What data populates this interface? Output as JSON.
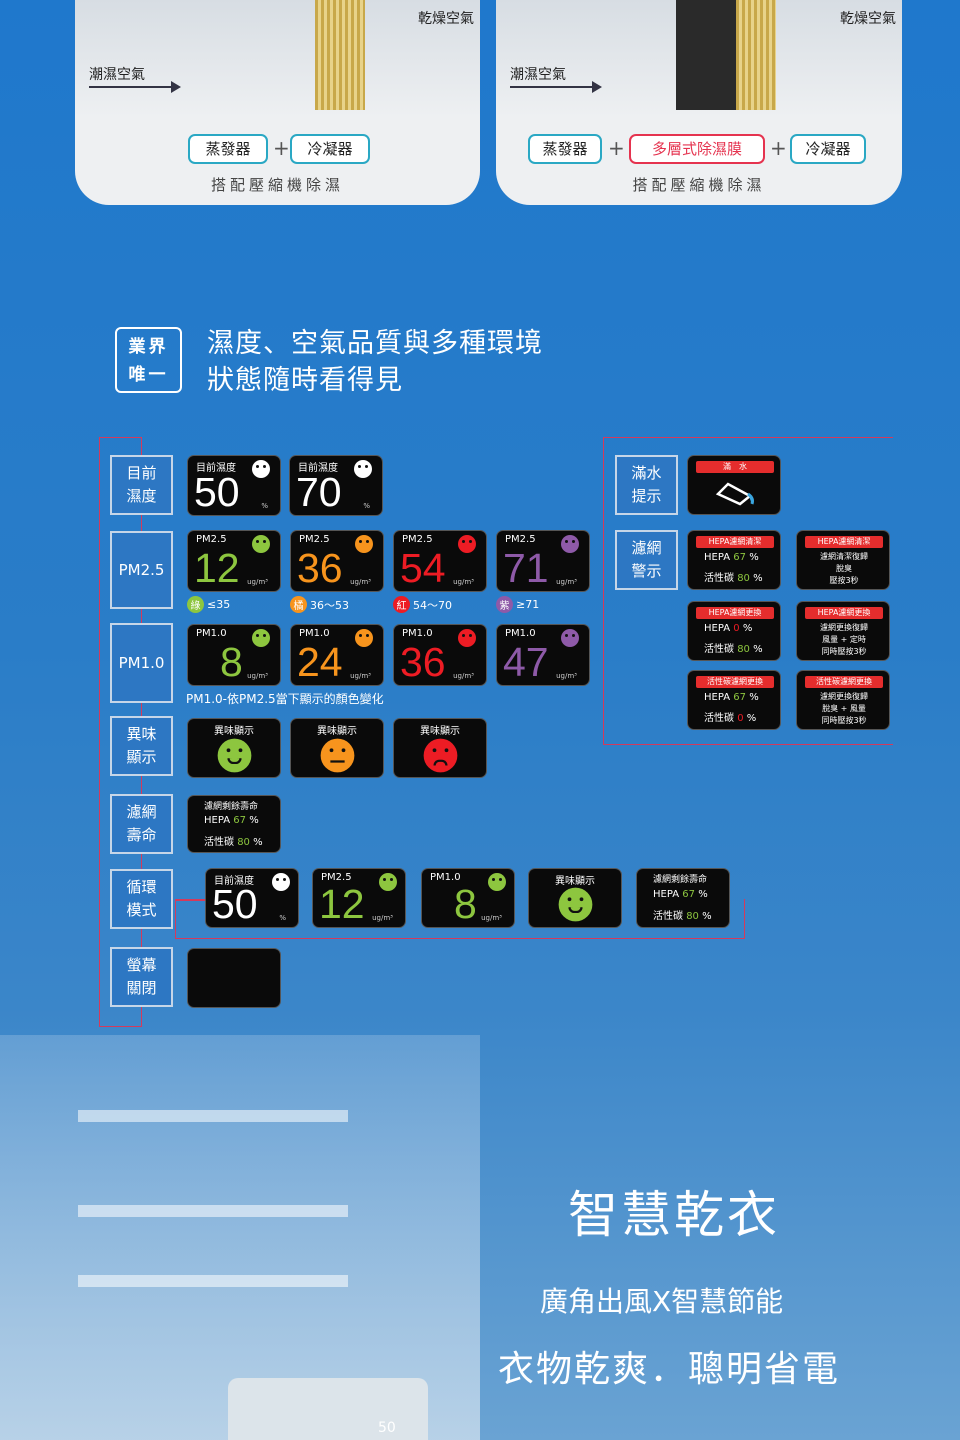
{
  "top_left": {
    "out_label": "乾燥空氣",
    "in_label": "潮濕空氣",
    "pills": [
      "蒸發器",
      "冷凝器"
    ],
    "plus": "+",
    "caption": "搭配壓縮機除濕"
  },
  "top_right": {
    "out_label": "乾燥空氣",
    "in_label": "潮濕空氣",
    "pills": [
      "蒸發器",
      "多層式除濕膜",
      "冷凝器"
    ],
    "plus": "+",
    "caption": "搭配壓縮機除濕"
  },
  "badge": {
    "line1": "業界",
    "line2": "唯一"
  },
  "headline": {
    "line1": "濕度、空氣品質與多種環境",
    "line2": "狀態隨時看得見"
  },
  "rows": {
    "humidity": "目前濕度",
    "pm25": "PM2.5",
    "pm10": "PM1.0",
    "odor": "異味顯示",
    "filter": "濾網壽命",
    "cycle": "循環模式",
    "off": "螢幕關閉"
  },
  "humidity": {
    "caption": "目前濕度",
    "values": [
      "50",
      "70"
    ],
    "unit": "%"
  },
  "pm25": {
    "caption": "PM2.5",
    "values": [
      "12",
      "36",
      "54",
      "71"
    ],
    "unit": "ug/m³",
    "colors": [
      "#8dc63f",
      "#f7941d",
      "#ed1c24",
      "#8e5aa8"
    ],
    "legend": [
      {
        "k": "綠",
        "r": "≤35"
      },
      {
        "k": "橘",
        "r": "36～53"
      },
      {
        "k": "紅",
        "r": "54～70"
      },
      {
        "k": "紫",
        "r": "≥71"
      }
    ]
  },
  "pm10": {
    "caption": "PM1.0",
    "values": [
      "8",
      "24",
      "36",
      "47"
    ],
    "unit": "ug/m³",
    "note": "PM1.0-依PM2.5當下顯示的顏色變化"
  },
  "odor": {
    "caption": "異味顯示"
  },
  "filter": {
    "caption": "濾網剩餘壽命",
    "hepa_label": "HEPA",
    "hepa": "67",
    "carbon_label": "活性碳",
    "carbon": "80",
    "pct": "%"
  },
  "cycle": {
    "caps": [
      "目前濕度",
      "PM2.5",
      "PM1.0",
      "異味顯示",
      "濾網剩餘壽命"
    ],
    "values": [
      "50",
      "12",
      "8"
    ],
    "unit": "%",
    "unit2": "ug/m³",
    "hepa": "67",
    "carbon": "80"
  },
  "right": {
    "full_label": "滿水提示",
    "full_banner": "滿　水",
    "filter_label": "濾網警示",
    "a_head": "HEPA濾網清潔",
    "a_hepa": "67",
    "a_carbon": "80",
    "a2_head": "HEPA濾網清潔",
    "a2_lines": [
      "濾網清潔復歸",
      "脫臭",
      "壓按3秒"
    ],
    "b_head": "HEPA濾網更換",
    "b_hepa": "0",
    "b_carbon": "80",
    "b2_head": "HEPA濾網更換",
    "b2_lines": [
      "濾網更換復歸",
      "風量 + 定時",
      "同時壓按3秒"
    ],
    "c_head": "活性碳濾網更換",
    "c_hepa": "67",
    "c_carbon": "0",
    "c2_head": "活性碳濾網更換",
    "c2_lines": [
      "濾網更換復歸",
      "脫臭 + 風量",
      "同時壓按3秒"
    ]
  },
  "bottom": {
    "title": "智慧乾衣",
    "sub": "廣角出風X智慧節能",
    "tag": "衣物乾爽．聰明省電",
    "display": "50"
  }
}
